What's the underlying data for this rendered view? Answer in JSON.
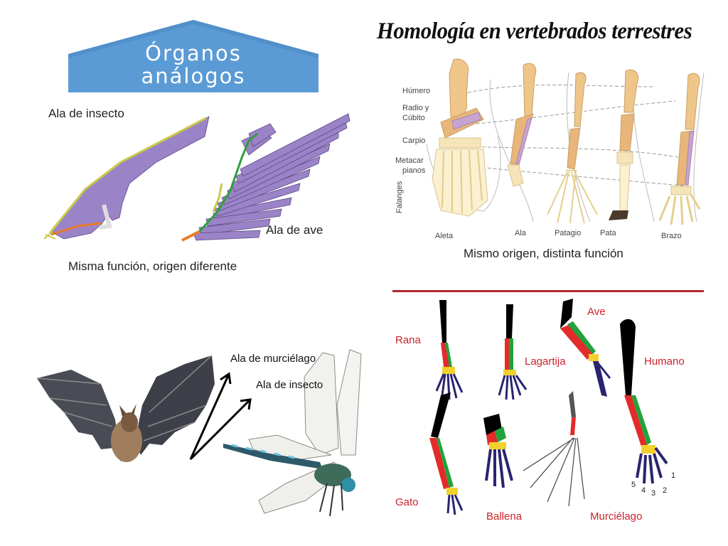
{
  "analog": {
    "title_line1": "Órganos",
    "title_line2": "análogos",
    "insect_wing_label": "Ala de insecto",
    "bird_wing_label": "Ala de ave",
    "caption": "Misma función, origen diferente",
    "bat_wing_label": "Ala de murciélago",
    "insect_wing_label2": "Ala de insecto"
  },
  "homology": {
    "title": "Homología en vertebrados terrestres",
    "bone_labels": [
      "Húmero",
      "Radio y",
      "Cúbito",
      "Carpio",
      "Metacar",
      "pianos",
      "Falanges"
    ],
    "limb_labels": [
      "Aleta",
      "Ala",
      "Patagio",
      "Pata",
      "Brazo"
    ],
    "caption": "Mismo origen, distinta función"
  },
  "limbs": {
    "animals": [
      "Rana",
      "Lagartija",
      "Ave",
      "Humano",
      "Gato",
      "Ballena",
      "Murciélago"
    ],
    "digits": [
      "1",
      "2",
      "3",
      "4",
      "5"
    ]
  },
  "colors": {
    "house_blue": "#5b9bd5",
    "wing_purple": "#9b83c8",
    "bone_tan": "#efc68a",
    "divider_red": "#b3282d",
    "humerus": "#000000",
    "radius": "#e32b2b",
    "ulna": "#21a33b",
    "carpals": "#f3d12c",
    "digits": "#2a2470"
  }
}
